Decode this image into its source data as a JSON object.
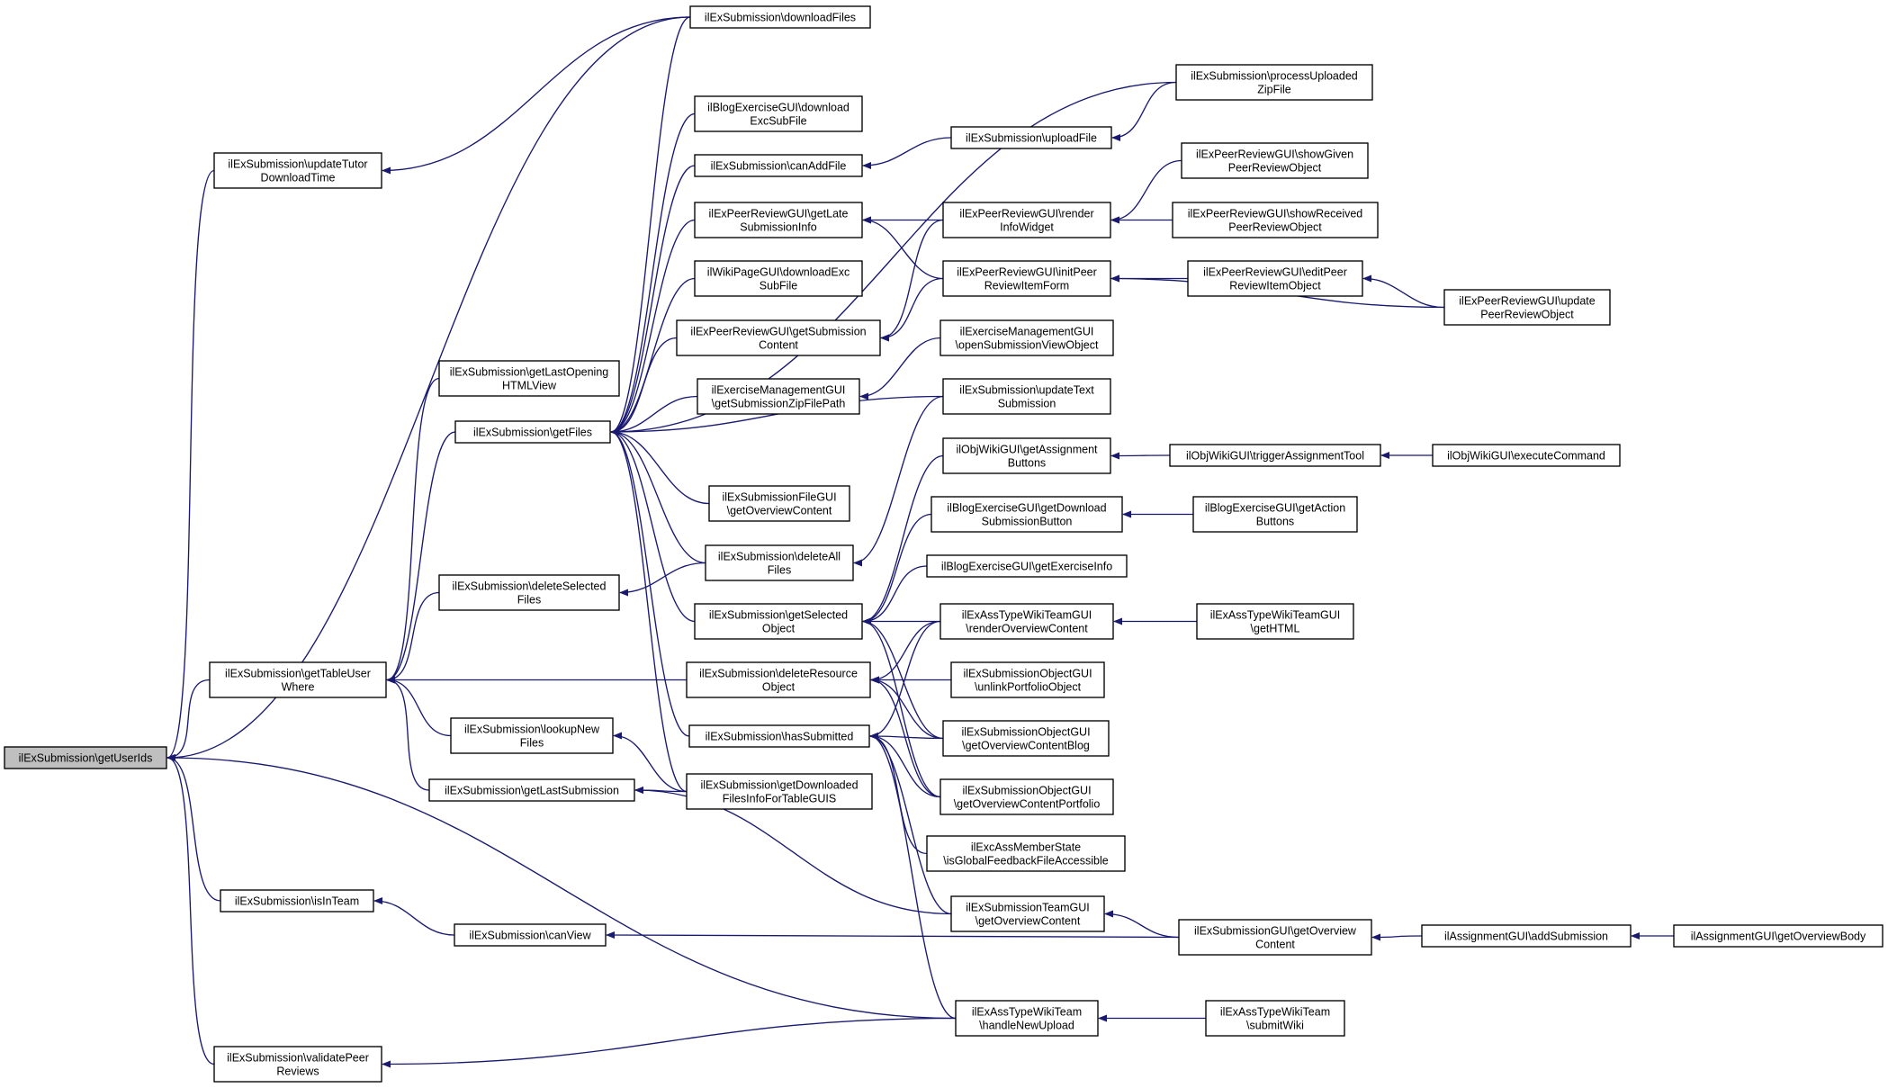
{
  "colors": {
    "edge": "#191970",
    "root_fill": "#bfbfbf",
    "node_fill": "#ffffff",
    "border": "#000000"
  },
  "nodes": [
    {
      "id": "getUserIds",
      "lines": [
        "ilExSubmission\\getUserIds"
      ],
      "root": true
    },
    {
      "id": "updateTutorDownloadTime",
      "lines": [
        "ilExSubmission\\updateTutor",
        "DownloadTime"
      ]
    },
    {
      "id": "getTableUserWhere",
      "lines": [
        "ilExSubmission\\getTableUser",
        "Where"
      ]
    },
    {
      "id": "isInTeam",
      "lines": [
        "ilExSubmission\\isInTeam"
      ]
    },
    {
      "id": "validatePeerReviews",
      "lines": [
        "ilExSubmission\\validatePeer",
        "Reviews"
      ]
    },
    {
      "id": "getLastOpeningHTMLView",
      "lines": [
        "ilExSubmission\\getLastOpening",
        "HTMLView"
      ]
    },
    {
      "id": "getFiles",
      "lines": [
        "ilExSubmission\\getFiles"
      ]
    },
    {
      "id": "deleteSelectedFiles",
      "lines": [
        "ilExSubmission\\deleteSelected",
        "Files"
      ]
    },
    {
      "id": "lookupNewFiles",
      "lines": [
        "ilExSubmission\\lookupNew",
        "Files"
      ]
    },
    {
      "id": "getLastSubmission",
      "lines": [
        "ilExSubmission\\getLastSubmission"
      ]
    },
    {
      "id": "canView",
      "lines": [
        "ilExSubmission\\canView"
      ]
    },
    {
      "id": "downloadFiles",
      "lines": [
        "ilExSubmission\\downloadFiles"
      ]
    },
    {
      "id": "blogDownloadExcSubFile",
      "lines": [
        "ilBlogExerciseGUI\\download",
        "ExcSubFile"
      ]
    },
    {
      "id": "canAddFile",
      "lines": [
        "ilExSubmission\\canAddFile"
      ]
    },
    {
      "id": "getLateSubmissionInfo",
      "lines": [
        "ilExPeerReviewGUI\\getLate",
        "SubmissionInfo"
      ]
    },
    {
      "id": "wikiDownloadExcSubFile",
      "lines": [
        "ilWikiPageGUI\\downloadExc",
        "SubFile"
      ]
    },
    {
      "id": "getSubmissionContent",
      "lines": [
        "ilExPeerReviewGUI\\getSubmission",
        "Content"
      ]
    },
    {
      "id": "getSubmissionZipFilePath",
      "lines": [
        "ilExerciseManagementGUI",
        "\\getSubmissionZipFilePath"
      ]
    },
    {
      "id": "fileGuiGetOverviewContent",
      "lines": [
        "ilExSubmissionFileGUI",
        "\\getOverviewContent"
      ]
    },
    {
      "id": "deleteAllFiles",
      "lines": [
        "ilExSubmission\\deleteAll",
        "Files"
      ]
    },
    {
      "id": "getSelectedObject",
      "lines": [
        "ilExSubmission\\getSelected",
        "Object"
      ]
    },
    {
      "id": "deleteResourceObject",
      "lines": [
        "ilExSubmission\\deleteResource",
        "Object"
      ]
    },
    {
      "id": "hasSubmitted",
      "lines": [
        "ilExSubmission\\hasSubmitted"
      ]
    },
    {
      "id": "getDownloadedFilesInfo",
      "lines": [
        "ilExSubmission\\getDownloaded",
        "FilesInfoForTableGUIS"
      ]
    },
    {
      "id": "processUploadedZipFile",
      "lines": [
        "ilExSubmission\\processUploaded",
        "ZipFile"
      ]
    },
    {
      "id": "uploadFile",
      "lines": [
        "ilExSubmission\\uploadFile"
      ]
    },
    {
      "id": "renderInfoWidget",
      "lines": [
        "ilExPeerReviewGUI\\render",
        "InfoWidget"
      ]
    },
    {
      "id": "initPeerReviewItemForm",
      "lines": [
        "ilExPeerReviewGUI\\initPeer",
        "ReviewItemForm"
      ]
    },
    {
      "id": "openSubmissionViewObject",
      "lines": [
        "ilExerciseManagementGUI",
        "\\openSubmissionViewObject"
      ]
    },
    {
      "id": "updateTextSubmission",
      "lines": [
        "ilExSubmission\\updateText",
        "Submission"
      ]
    },
    {
      "id": "getAssignmentButtons",
      "lines": [
        "ilObjWikiGUI\\getAssignment",
        "Buttons"
      ]
    },
    {
      "id": "getDownloadSubmissionButton",
      "lines": [
        "ilBlogExerciseGUI\\getDownload",
        "SubmissionButton"
      ]
    },
    {
      "id": "getExerciseInfo",
      "lines": [
        "ilBlogExerciseGUI\\getExerciseInfo"
      ]
    },
    {
      "id": "renderOverviewContent",
      "lines": [
        "ilExAssTypeWikiTeamGUI",
        "\\renderOverviewContent"
      ]
    },
    {
      "id": "unlinkPortfolioObject",
      "lines": [
        "ilExSubmissionObjectGUI",
        "\\unlinkPortfolioObject"
      ]
    },
    {
      "id": "getOverviewContentBlog",
      "lines": [
        "ilExSubmissionObjectGUI",
        "\\getOverviewContentBlog"
      ]
    },
    {
      "id": "getOverviewContentPortfolio",
      "lines": [
        "ilExSubmissionObjectGUI",
        "\\getOverviewContentPortfolio"
      ]
    },
    {
      "id": "isGlobalFeedbackFileAccessible",
      "lines": [
        "ilExcAssMemberState",
        "\\isGlobalFeedbackFileAccessible"
      ]
    },
    {
      "id": "teamGuiGetOverviewContent",
      "lines": [
        "ilExSubmissionTeamGUI",
        "\\getOverviewContent"
      ]
    },
    {
      "id": "handleNewUpload",
      "lines": [
        "ilExAssTypeWikiTeam",
        "\\handleNewUpload"
      ]
    },
    {
      "id": "showGivenPeerReviewObject",
      "lines": [
        "ilExPeerReviewGUI\\showGiven",
        "PeerReviewObject"
      ]
    },
    {
      "id": "showReceivedPeerReviewObject",
      "lines": [
        "ilExPeerReviewGUI\\showReceived",
        "PeerReviewObject"
      ]
    },
    {
      "id": "editPeerReviewItemObject",
      "lines": [
        "ilExPeerReviewGUI\\editPeer",
        "ReviewItemObject"
      ]
    },
    {
      "id": "triggerAssignmentTool",
      "lines": [
        "ilObjWikiGUI\\triggerAssignmentTool"
      ]
    },
    {
      "id": "getActionButtons",
      "lines": [
        "ilBlogExerciseGUI\\getAction",
        "Buttons"
      ]
    },
    {
      "id": "getHTML",
      "lines": [
        "ilExAssTypeWikiTeamGUI",
        "\\getHTML"
      ]
    },
    {
      "id": "submissionGuiGetOverviewContent",
      "lines": [
        "ilExSubmissionGUI\\getOverview",
        "Content"
      ]
    },
    {
      "id": "submitWiki",
      "lines": [
        "ilExAssTypeWikiTeam",
        "\\submitWiki"
      ]
    },
    {
      "id": "updatePeerReviewObject",
      "lines": [
        "ilExPeerReviewGUI\\update",
        "PeerReviewObject"
      ]
    },
    {
      "id": "executeCommand",
      "lines": [
        "ilObjWikiGUI\\executeCommand"
      ]
    },
    {
      "id": "addSubmission",
      "lines": [
        "ilAssignmentGUI\\addSubmission"
      ]
    },
    {
      "id": "getOverviewBody",
      "lines": [
        "ilAssignmentGUI\\getOverviewBody"
      ]
    }
  ],
  "edges": [
    [
      "getUserIds",
      "updateTutorDownloadTime"
    ],
    [
      "getUserIds",
      "getTableUserWhere"
    ],
    [
      "getUserIds",
      "isInTeam"
    ],
    [
      "getUserIds",
      "validatePeerReviews"
    ],
    [
      "getUserIds",
      "downloadFiles"
    ],
    [
      "getUserIds",
      "handleNewUpload"
    ],
    [
      "updateTutorDownloadTime",
      "downloadFiles"
    ],
    [
      "getTableUserWhere",
      "getLastOpeningHTMLView"
    ],
    [
      "getTableUserWhere",
      "getFiles"
    ],
    [
      "getTableUserWhere",
      "deleteSelectedFiles"
    ],
    [
      "getTableUserWhere",
      "lookupNewFiles"
    ],
    [
      "getTableUserWhere",
      "getLastSubmission"
    ],
    [
      "getTableUserWhere",
      "deleteResourceObject"
    ],
    [
      "isInTeam",
      "canView"
    ],
    [
      "validatePeerReviews",
      "handleNewUpload"
    ],
    [
      "getFiles",
      "downloadFiles"
    ],
    [
      "getFiles",
      "processUploadedZipFile"
    ],
    [
      "getFiles",
      "blogDownloadExcSubFile"
    ],
    [
      "getFiles",
      "canAddFile"
    ],
    [
      "getFiles",
      "getLateSubmissionInfo"
    ],
    [
      "getFiles",
      "wikiDownloadExcSubFile"
    ],
    [
      "getFiles",
      "getSubmissionContent"
    ],
    [
      "getFiles",
      "getSubmissionZipFilePath"
    ],
    [
      "getFiles",
      "updateTextSubmission"
    ],
    [
      "getFiles",
      "fileGuiGetOverviewContent"
    ],
    [
      "getFiles",
      "deleteAllFiles"
    ],
    [
      "getFiles",
      "getSelectedObject"
    ],
    [
      "getFiles",
      "hasSubmitted"
    ],
    [
      "getFiles",
      "getDownloadedFilesInfo"
    ],
    [
      "deleteSelectedFiles",
      "deleteAllFiles"
    ],
    [
      "lookupNewFiles",
      "getDownloadedFilesInfo"
    ],
    [
      "getLastSubmission",
      "getDownloadedFilesInfo"
    ],
    [
      "getLastSubmission",
      "teamGuiGetOverviewContent"
    ],
    [
      "canView",
      "submissionGuiGetOverviewContent"
    ],
    [
      "canAddFile",
      "uploadFile"
    ],
    [
      "uploadFile",
      "processUploadedZipFile"
    ],
    [
      "getLateSubmissionInfo",
      "renderInfoWidget"
    ],
    [
      "getLateSubmissionInfo",
      "initPeerReviewItemForm"
    ],
    [
      "getSubmissionContent",
      "renderInfoWidget"
    ],
    [
      "getSubmissionContent",
      "initPeerReviewItemForm"
    ],
    [
      "getSubmissionZipFilePath",
      "openSubmissionViewObject"
    ],
    [
      "deleteAllFiles",
      "updateTextSubmission"
    ],
    [
      "getSelectedObject",
      "getAssignmentButtons"
    ],
    [
      "getSelectedObject",
      "getDownloadSubmissionButton"
    ],
    [
      "getSelectedObject",
      "getExerciseInfo"
    ],
    [
      "getSelectedObject",
      "renderOverviewContent"
    ],
    [
      "getSelectedObject",
      "getOverviewContentBlog"
    ],
    [
      "getSelectedObject",
      "getOverviewContentPortfolio"
    ],
    [
      "deleteResourceObject",
      "renderOverviewContent"
    ],
    [
      "deleteResourceObject",
      "unlinkPortfolioObject"
    ],
    [
      "deleteResourceObject",
      "getOverviewContentBlog"
    ],
    [
      "deleteResourceObject",
      "getOverviewContentPortfolio"
    ],
    [
      "hasSubmitted",
      "renderOverviewContent"
    ],
    [
      "hasSubmitted",
      "getOverviewContentBlog"
    ],
    [
      "hasSubmitted",
      "getOverviewContentPortfolio"
    ],
    [
      "hasSubmitted",
      "isGlobalFeedbackFileAccessible"
    ],
    [
      "hasSubmitted",
      "teamGuiGetOverviewContent"
    ],
    [
      "hasSubmitted",
      "handleNewUpload"
    ],
    [
      "renderInfoWidget",
      "showGivenPeerReviewObject"
    ],
    [
      "renderInfoWidget",
      "showReceivedPeerReviewObject"
    ],
    [
      "initPeerReviewItemForm",
      "editPeerReviewItemObject"
    ],
    [
      "initPeerReviewItemForm",
      "updatePeerReviewObject"
    ],
    [
      "editPeerReviewItemObject",
      "updatePeerReviewObject"
    ],
    [
      "getAssignmentButtons",
      "triggerAssignmentTool"
    ],
    [
      "triggerAssignmentTool",
      "executeCommand"
    ],
    [
      "getDownloadSubmissionButton",
      "getActionButtons"
    ],
    [
      "renderOverviewContent",
      "getHTML"
    ],
    [
      "teamGuiGetOverviewContent",
      "submissionGuiGetOverviewContent"
    ],
    [
      "submissionGuiGetOverviewContent",
      "addSubmission"
    ],
    [
      "addSubmission",
      "getOverviewBody"
    ],
    [
      "handleNewUpload",
      "submitWiki"
    ]
  ]
}
